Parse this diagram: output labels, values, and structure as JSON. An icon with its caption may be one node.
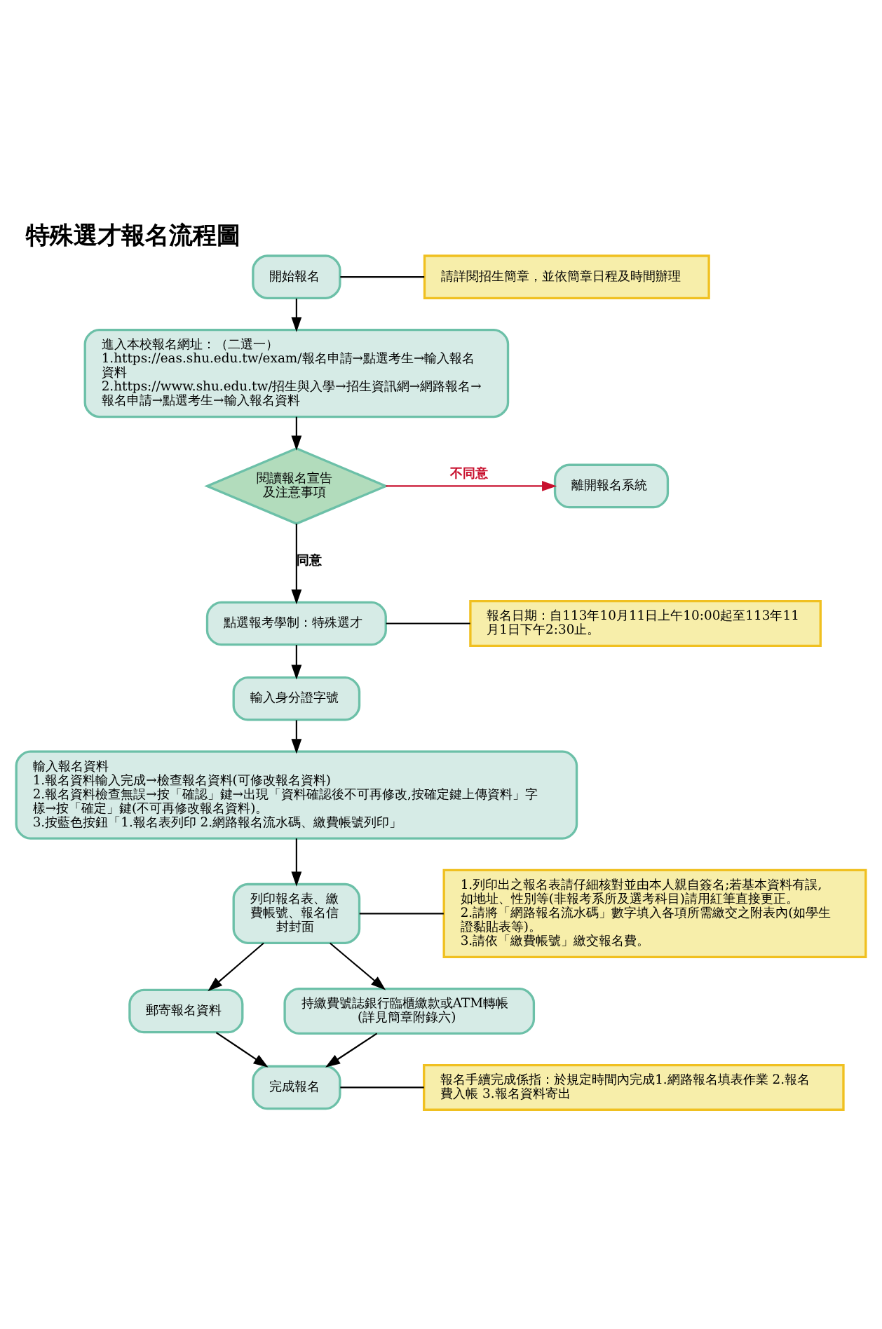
{
  "diagram": {
    "title": "特殊選才報名流程圖",
    "nodes": [
      {
        "text": [
          "開始報名"
        ]
      },
      {
        "text": [
          "請詳閱招生簡章，並依簡章日程及時間辦理"
        ]
      },
      {
        "text": [
          "進入本校報名網址：（二選一）",
          "1.https://eas.shu.edu.tw/exam/報名申請→點選考生→輸入報名資料",
          "2.https://www.shu.edu.tw/招生與入學→招生資訊網→網路報名→報名申請→點選考生→輸入報名資料"
        ]
      },
      {
        "text": [
          "閱讀報名宣告及注意事項"
        ]
      },
      {
        "text": [
          "離開報名系統"
        ]
      },
      {
        "text": [
          "點選報考學制：特殊選才"
        ]
      },
      {
        "text": [
          "報名日期：自113年10月11日上午10:00起至113年11月1日下午2:30止。"
        ]
      },
      {
        "text": [
          "輸入身分證字號"
        ]
      },
      {
        "text": [
          "輸入報名資料",
          "1.報名資料輸入完成→檢查報名資料(可修改報名資料)",
          "2.報名資料檢查無誤→按「確認」鍵→出現「資料確認後不可再修改,按確定鍵上傳資料」字樣→按「確定」鍵(不可再修改報名資料)。",
          "3.按藍色按鈕「1.報名表列印 2.網路報名流水碼、繳費帳號列印」"
        ]
      },
      {
        "text": [
          "列印報名表、繳費帳號、報名信封封面"
        ]
      },
      {
        "text": [
          "1.列印出之報名表請仔細核對並由本人親自簽名;若基本資料有誤,如地址、性別等(非報考系所及選考科目)請用紅筆直接更正。",
          "2.請將「網路報名流水碼」數字填入各項所需繳交之附表內(如學生證黏貼表等)。",
          "3.請依「繳費帳號」繳交報名費。"
        ]
      },
      {
        "text": [
          "郵寄報名資料"
        ]
      },
      {
        "text": [
          "持繳費號誌銀行臨櫃繳款或ATM轉帳(詳見簡章附錄六)"
        ]
      },
      {
        "text": [
          "完成報名"
        ]
      },
      {
        "text": [
          "報名手續完成係指：於規定時間內完成1.網路報名填表作業 2.報名費入帳 3.報名資料寄出"
        ]
      }
    ],
    "edges": [
      {
        "from": 0,
        "to": 1,
        "arrow": "none"
      },
      {
        "from": 0,
        "to": 2,
        "arrow": "to"
      },
      {
        "from": 2,
        "to": 3,
        "arrow": "to"
      },
      {
        "from": 3,
        "to": 4,
        "arrow": "to",
        "label": "不同意",
        "color": "#c8102e"
      },
      {
        "from": 3,
        "to": 5,
        "arrow": "to",
        "label": "同意"
      },
      {
        "from": 5,
        "to": 6,
        "arrow": "none"
      },
      {
        "from": 5,
        "to": 7,
        "arrow": "to"
      },
      {
        "from": 7,
        "to": 8,
        "arrow": "to"
      },
      {
        "from": 8,
        "to": 9,
        "arrow": "to"
      },
      {
        "from": 9,
        "to": 10,
        "arrow": "none"
      },
      {
        "from": 9,
        "to": 11,
        "arrow": "to"
      },
      {
        "from": 9,
        "to": 12,
        "arrow": "to"
      },
      {
        "from": 11,
        "to": 13,
        "arrow": "to"
      },
      {
        "from": 12,
        "to": 13,
        "arrow": "to"
      },
      {
        "from": 13,
        "to": 14,
        "arrow": "none"
      }
    ]
  }
}
